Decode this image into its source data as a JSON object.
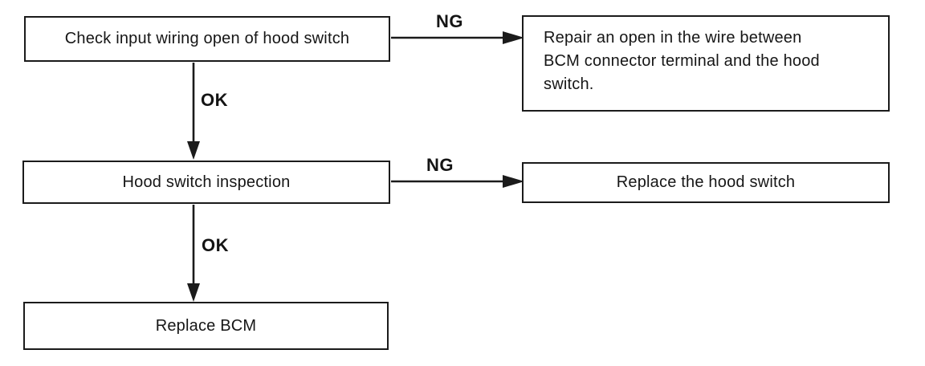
{
  "diagram": {
    "type": "flowchart",
    "boxes": [
      {
        "id": "step-1",
        "text": "Check input wiring open of hood switch"
      },
      {
        "id": "result-1",
        "lines": [
          "Repair an open in the wire between",
          "BCM connector terminal and the hood",
          "switch."
        ]
      },
      {
        "id": "step-2",
        "text": "Hood switch inspection"
      },
      {
        "id": "result-2",
        "text": "Replace the hood switch"
      },
      {
        "id": "step-3",
        "text": "Replace BCM"
      }
    ],
    "edges": [
      {
        "from": "step-1",
        "to": "result-1",
        "label": "NG",
        "direction": "right"
      },
      {
        "from": "step-1",
        "to": "step-2",
        "label": "OK",
        "direction": "down"
      },
      {
        "from": "step-2",
        "to": "result-2",
        "label": "NG",
        "direction": "right"
      },
      {
        "from": "step-2",
        "to": "step-3",
        "label": "OK",
        "direction": "down"
      }
    ],
    "colors": {
      "ink": "#1b1b1b",
      "background": "#ffffff"
    }
  }
}
